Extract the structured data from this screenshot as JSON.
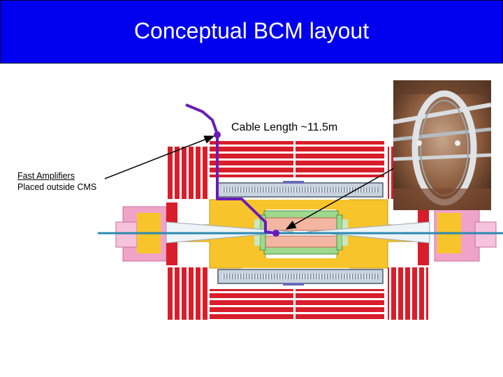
{
  "slide": {
    "title": "Conceptual BCM layout",
    "cable_label": "Cable Length ~11.5m",
    "amp_label_line1": "Fast Amplifiers",
    "amp_label_line2": "Placed outside CMS"
  },
  "colors": {
    "title_bg": "#0000ee",
    "cable": "#6a1bb8",
    "return_yoke": "#d81e2a",
    "calorimeter": "#f7c52b",
    "beam_pipe": "#2a8ab0",
    "endcap_pink": "#f0a3c8",
    "photo_bg": "#8a5a3c"
  },
  "icons": {
    "photo": "bcm-detector-photo"
  }
}
